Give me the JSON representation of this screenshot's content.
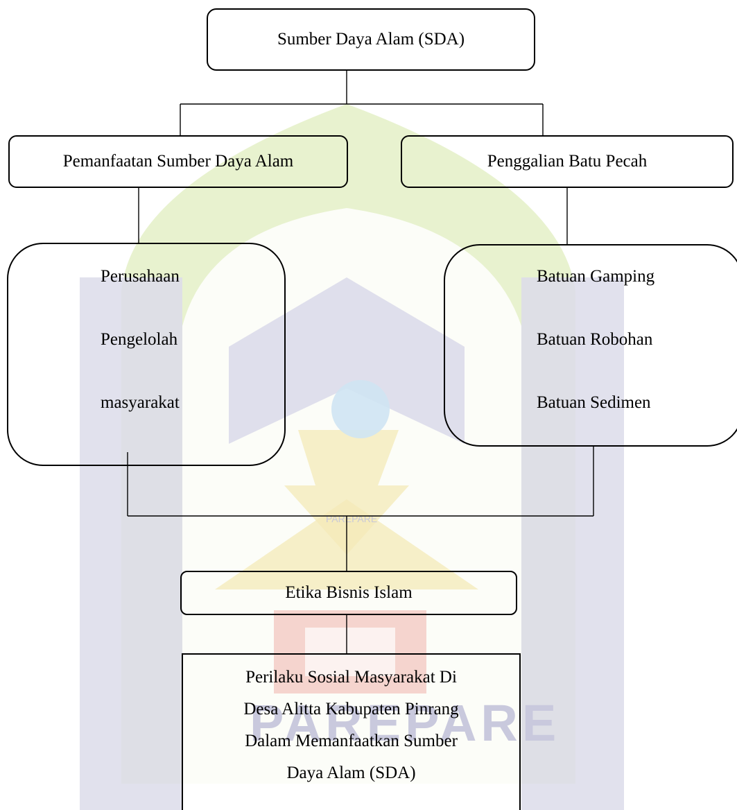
{
  "diagram": {
    "root": {
      "label": "Sumber Daya Alam (SDA)"
    },
    "branches": [
      {
        "label": "Pemanfaatan Sumber Daya Alam"
      },
      {
        "label": "Penggalian Batu Pecah"
      }
    ],
    "left_group": {
      "items": [
        "Perusahaan",
        "Pengelolah",
        "masyarakat"
      ]
    },
    "right_group": {
      "items": [
        "Batuan Gamping",
        "Batuan Robohan",
        "Batuan Sedimen"
      ]
    },
    "framework": {
      "label": "Etika Bisnis Islam"
    },
    "outcome": {
      "lines": [
        "Perilaku Sosial Masyarakat Di",
        "Desa Alitta Kabupaten Pinrang",
        "Dalam Memanfaatkan Sumber",
        "Daya Alam (SDA)"
      ]
    }
  },
  "watermark": {
    "text": "PAREPARE",
    "logo_caption": "PAREPARE",
    "colors": {
      "green": "#d6e7a8",
      "grey_blue": "#dcdcea",
      "yellow": "#f4e9b8",
      "red": "#f3c6c0",
      "blue": "#cfe4f3"
    }
  }
}
